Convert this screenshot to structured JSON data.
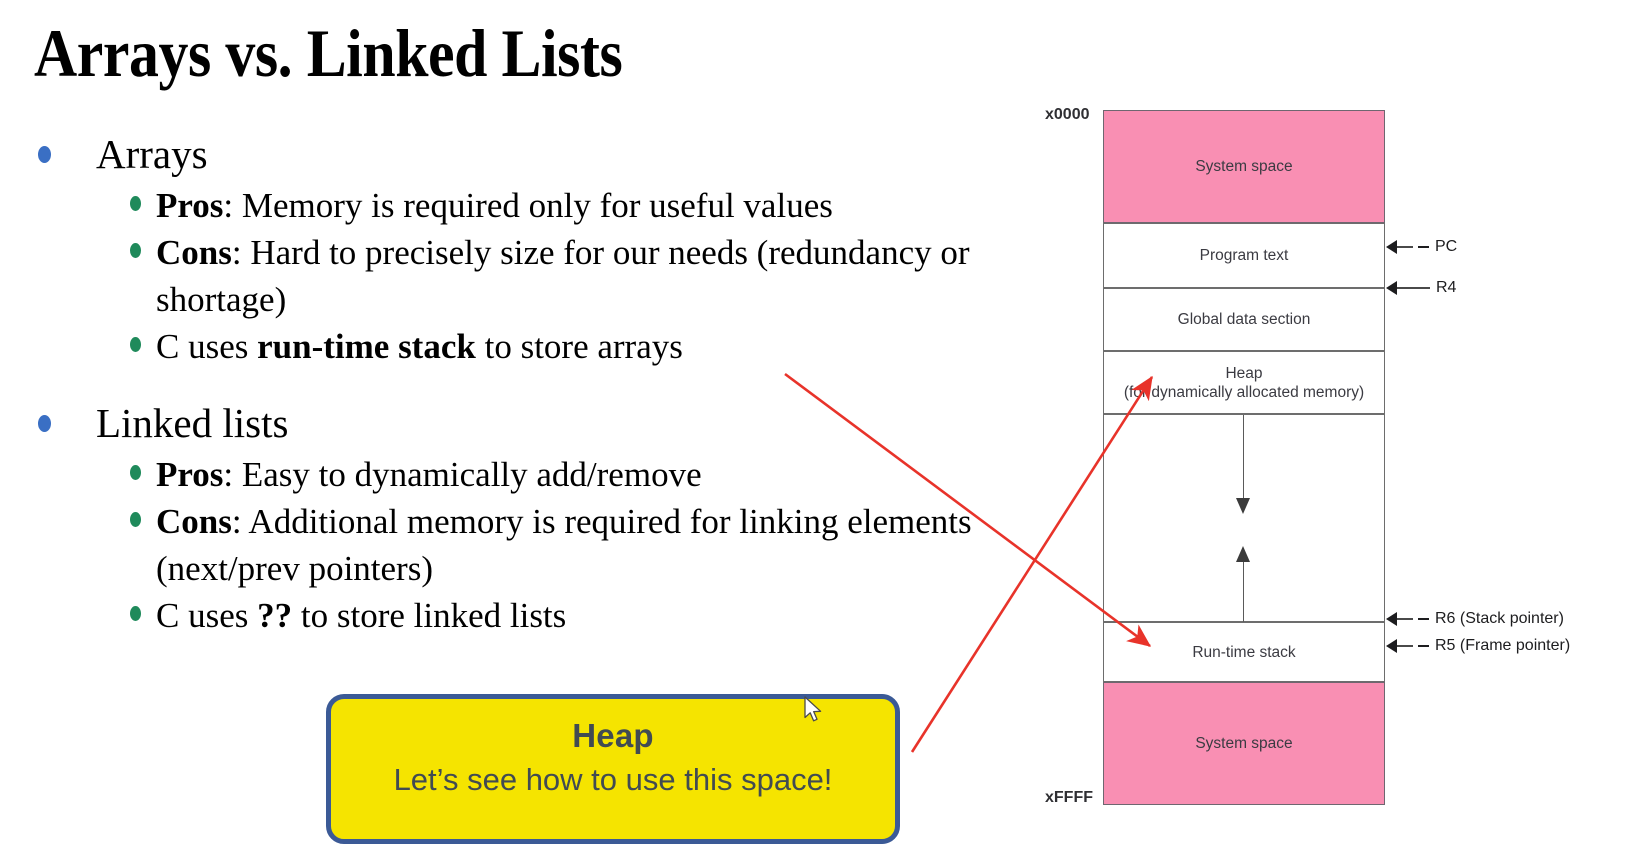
{
  "slide": {
    "title": "Arrays vs. Linked Lists"
  },
  "outline": [
    {
      "label": "Arrays",
      "children": [
        {
          "strong": "Pros",
          "rest": ": Memory is required only for useful values"
        },
        {
          "strong": "Cons",
          "rest": ": Hard to precisely size for our needs (redundancy or shortage)"
        },
        {
          "pre": "C uses ",
          "strong": "run-time stack",
          "rest": " to store arrays"
        }
      ]
    },
    {
      "label": "Linked lists",
      "children": [
        {
          "strong": "Pros",
          "rest": ": Easy to dynamically add/remove"
        },
        {
          "strong": "Cons",
          "rest": ": Additional memory is required for linking elements (next/prev pointers)"
        },
        {
          "pre": "C uses ",
          "strong": "??",
          "rest": " to store linked lists"
        }
      ]
    }
  ],
  "callout": {
    "title": "Heap",
    "subtitle": "Let’s see how to use this space!",
    "fill": "#F5E400",
    "border": "#3B5A96",
    "text_color": "#414B52"
  },
  "diagram": {
    "top_address": "x0000",
    "bottom_address": "xFFFF",
    "pink": "#F98FB3",
    "segments": [
      {
        "name": "system-space-top",
        "label": "System space",
        "filled": true
      },
      {
        "name": "program-text",
        "label": "Program text",
        "filled": false
      },
      {
        "name": "global-data-section",
        "label": "Global data section",
        "filled": false
      },
      {
        "name": "heap",
        "label": "Heap",
        "label2": "(for dynamically allocated memory)",
        "filled": false
      },
      {
        "name": "free-space",
        "label": "",
        "filled": false
      },
      {
        "name": "run-time-stack",
        "label": "Run-time stack",
        "filled": false
      },
      {
        "name": "system-space-bottom",
        "label": "System space",
        "filled": true
      }
    ],
    "registers": [
      {
        "name": "pc",
        "label": "PC",
        "dashed": true
      },
      {
        "name": "r4",
        "label": "R4",
        "dashed": false
      },
      {
        "name": "r6",
        "label": "R6 (Stack pointer)",
        "dashed": true
      },
      {
        "name": "r5",
        "label": "R5 (Frame pointer)",
        "dashed": true
      }
    ]
  },
  "annotations": {
    "arrow_color": "#E8332A",
    "arrow_from_stack_text_to_heap": "run-time stack → Heap region",
    "arrow_from_heap_note_to_stack": "Heap callout → Run-time stack region"
  },
  "bullets": {
    "level1_color": "#3A6FC4",
    "level2_color": "#1F8A5B"
  }
}
